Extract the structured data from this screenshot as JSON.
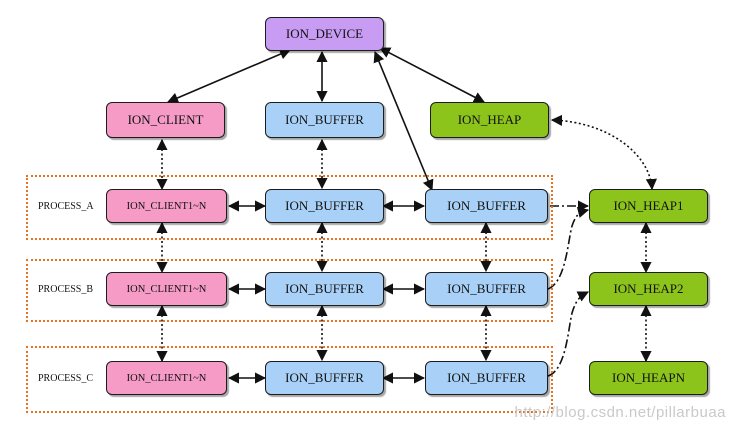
{
  "colors": {
    "device": "#c79cf2",
    "client": "#f59bc6",
    "buffer": "#a9d1f7",
    "heap": "#8cc41c",
    "process_border": "#e8731e",
    "edge": "#111111"
  },
  "nodes": {
    "ion_device": "ION_DEVICE",
    "ion_client": "ION_CLIENT",
    "ion_buffer": "ION_BUFFER",
    "ion_heap": "ION_HEAP"
  },
  "processes": [
    {
      "label": "PROCESS_A",
      "client": "ION_CLIENT1~N",
      "buffer1": "ION_BUFFER",
      "buffer2": "ION_BUFFER",
      "heap": "ION_HEAP1"
    },
    {
      "label": "PROCESS_B",
      "client": "ION_CLIENT1~N",
      "buffer1": "ION_BUFFER",
      "buffer2": "ION_BUFFER",
      "heap": "ION_HEAP2"
    },
    {
      "label": "PROCESS_C",
      "client": "ION_CLIENT1~N",
      "buffer1": "ION_BUFFER",
      "buffer2": "ION_BUFFER",
      "heap": "ION_HEAPN"
    }
  ],
  "watermark": "http://blog.csdn.net/pillarbuaa"
}
